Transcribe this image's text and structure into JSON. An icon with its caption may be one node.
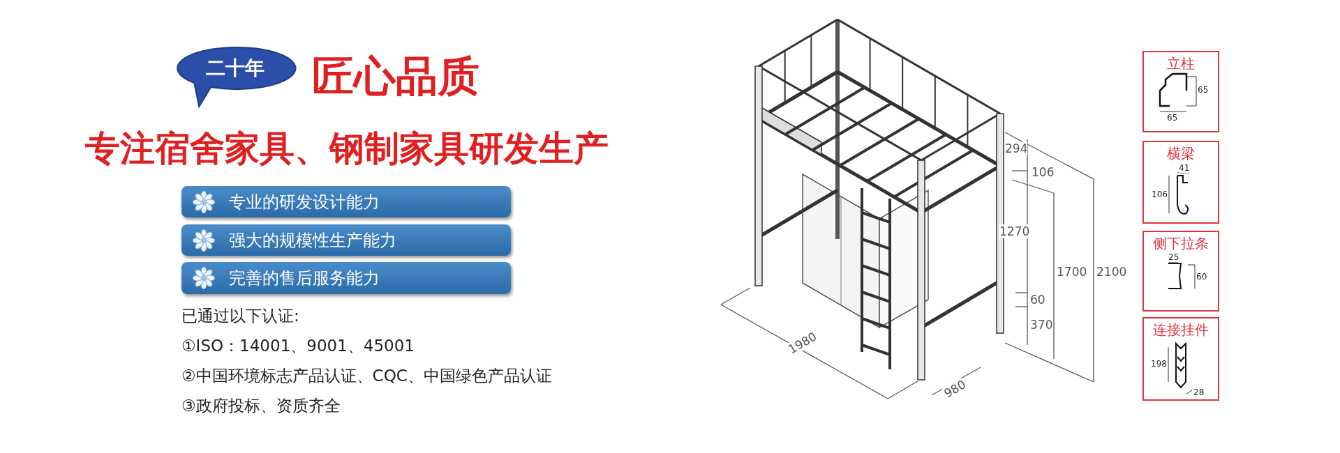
{
  "diagram": {
    "title": "匠心品质",
    "nodes": [
      {
        "text": [
          "二十年"
        ]
      },
      {
        "text": [
          "专业的研发设计能力"
        ]
      },
      {
        "text": [
          "强大的规模性生产能力"
        ]
      },
      {
        "text": [
          "完善的售后服务能力"
        ]
      },
      {
        "text": [
          "立柱"
        ]
      },
      {
        "text": [
          "横梁"
        ]
      },
      {
        "text": [
          "侧下拉条"
        ]
      },
      {
        "text": [
          "连接挂件"
        ]
      }
    ],
    "labels": [
      "专注宿舍家具、钢制家具研发生产",
      "已通过以下认证:",
      "①ISO：14001、9001、45001",
      "②中国环境标志产品认证、CQC、中国绿色产品认证",
      "③政府投标、资质齐全",
      "294",
      "106",
      "1270",
      "60",
      "370",
      "1700",
      "2100",
      "1980",
      "980",
      "65",
      "65",
      "41",
      "106",
      "25",
      "60",
      "198",
      "28"
    ]
  }
}
